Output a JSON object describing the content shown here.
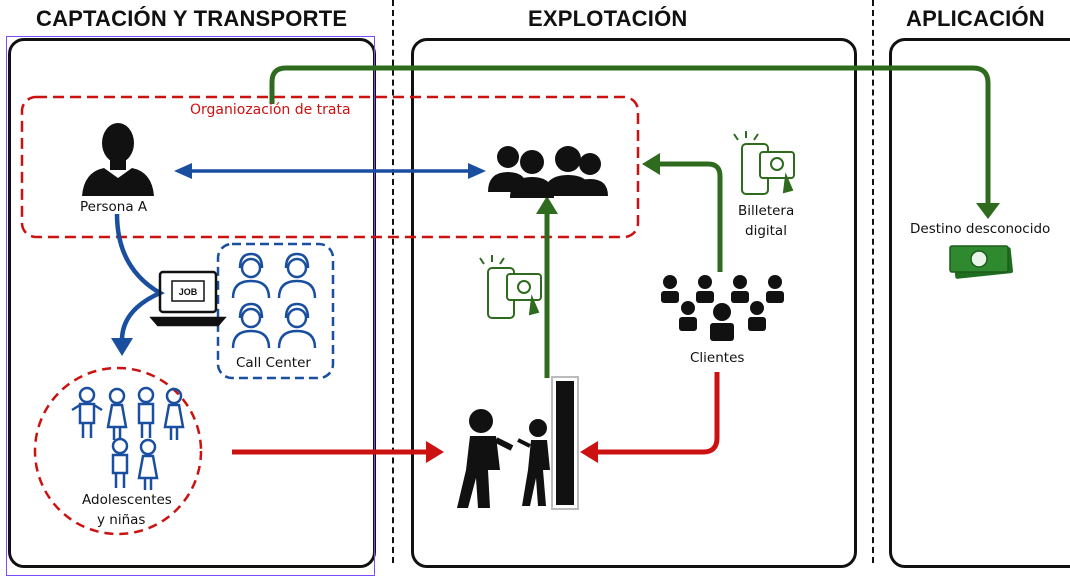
{
  "headers": {
    "captacion": "CAPTACIÓN Y TRANSPORTE",
    "explotacion": "EXPLOTACIÓN",
    "aplicacion": "APLICACIÓN"
  },
  "labels": {
    "organizacion": "Organiozación de trata",
    "persona_a": "Persona A",
    "call_center": "Call Center",
    "adolescentes_line1": "Adolescentes",
    "adolescentes_line2": "y niñas",
    "billetera_line1": "Billetera",
    "billetera_line2": "digital",
    "clientes": "Clientes",
    "destino": "Destino desconocido",
    "job_sign": "JOB"
  },
  "colors": {
    "blue": "#1a4fa0",
    "green": "#2e6b1e",
    "red": "#cc1111",
    "dark": "#111111",
    "money": "#2f8a2f",
    "selection": "#7b4bff"
  }
}
